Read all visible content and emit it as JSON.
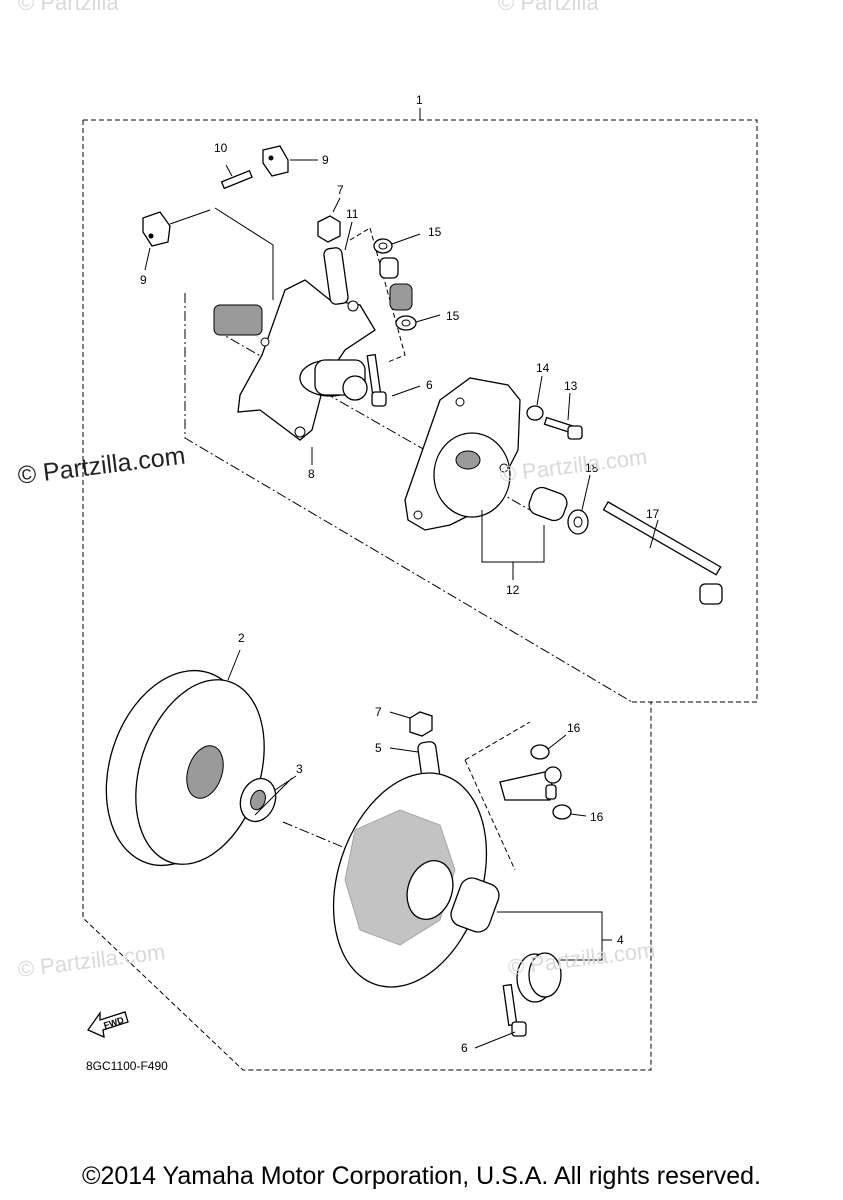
{
  "watermark": {
    "main": "© Partzilla.com",
    "faint_mid": "© Partzilla.com",
    "faint_bottom_left": "© Partzilla.com",
    "faint_bottom_right": "© Partzilla.com",
    "faint_top_left": "© Partzilla",
    "faint_top_right": "© Partzilla"
  },
  "assembly_label": "1",
  "callouts": {
    "p2": "2",
    "p3": "3",
    "p4": "4",
    "p5": "5",
    "p6a": "6",
    "p6b": "6",
    "p7a": "7",
    "p7b": "7",
    "p8": "8",
    "p9a": "9",
    "p9b": "9",
    "p10": "10",
    "p11": "11",
    "p12": "12",
    "p13": "13",
    "p14": "14",
    "p15a": "15",
    "p15b": "15",
    "p16a": "16",
    "p16b": "16",
    "p17": "17",
    "p18": "18"
  },
  "fwd_label": "FWD",
  "diagram_code": "8GC1100-F490",
  "copyright": "©2014 Yamaha Motor Corporation, U.S.A. All rights reserved.",
  "colors": {
    "line": "#000000",
    "shade": "#9a9a9a",
    "watermark": "#d9d9d9"
  }
}
